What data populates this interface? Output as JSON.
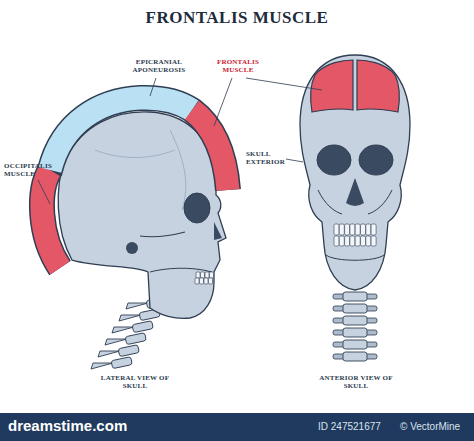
{
  "diagram": {
    "title": "FRONTALIS MUSCLE",
    "labels": [
      "EPICRANIAL APONEUROSIS",
      "FRONTALIS MUSCLE",
      "OCCIPITALIS MUSCLE",
      "SKULL EXTERIOR",
      "LATERAL VIEW OF SKULL",
      "ANTERIOR VIEW OF SKULL",
      "dreamstime.com",
      "ID 247521677",
      "© VectorMine"
    ]
  }
}
